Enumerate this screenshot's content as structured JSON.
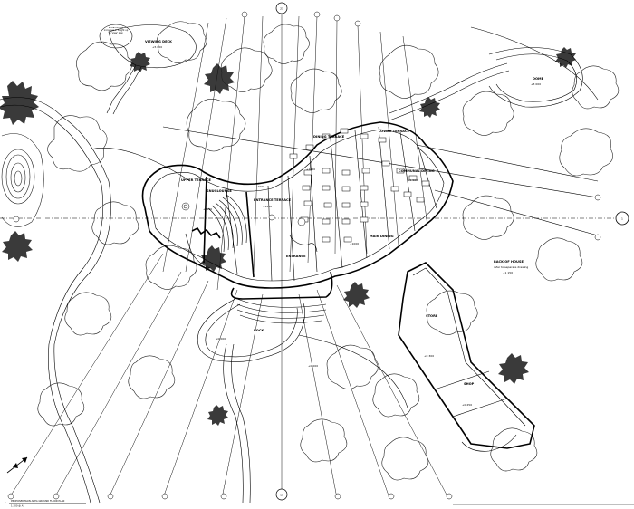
{
  "drawing": {
    "title": "PROPOSED MAIN AREA GROUND FLOOR PLAN",
    "scale": "1:100 @ A1",
    "number_left": "1"
  },
  "grid_markers": {
    "top": "21",
    "bottom": "11",
    "right": "1"
  },
  "rooms": {
    "viewing_deck": "VIEWING DECK",
    "viewing_deck_level": "+5 000",
    "dome": "DOME",
    "dome_level": "+3 000",
    "upper_terrace": "UPPER TERRACE",
    "dining_terrace": "DINING TERRACE",
    "communal_dining": "COMMUNAL DINING",
    "lower_terrace": "LOWER TERRACE",
    "snug_lounge": "SNUGLOUNGE",
    "entrance_terrace": "ENTRANCE TERRACE",
    "entrance": "ENTRANCE",
    "main_dining": "MAIN DINING",
    "back_of_house": "BACK OF HOUSE",
    "back_of_house_note": "refer to separate drawing",
    "store": "STORE",
    "shop": "SHOP",
    "rock": "ROCK"
  },
  "levels": {
    "l1": "+1000",
    "l2": "+2200",
    "l3": "+1200",
    "l4": "+1000",
    "l5": "+1000",
    "l6": "+0 500",
    "l7": "+0 000",
    "l8": "+0 000",
    "l9": "+1 150",
    "l10": "+0 300",
    "l11": "+0 250"
  },
  "notes": {
    "bubble_note": "entrance wall increases in height up to 'view' plan"
  }
}
